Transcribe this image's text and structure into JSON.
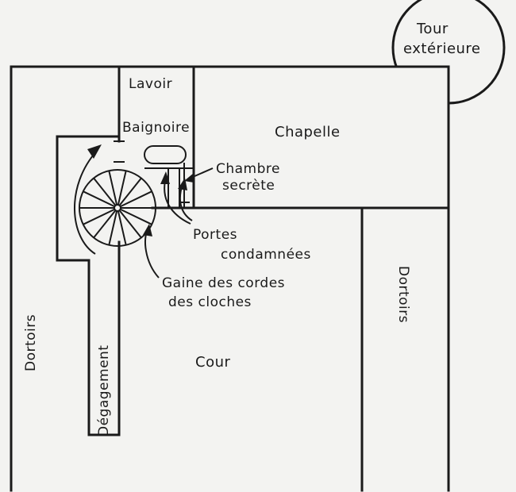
{
  "labels": {
    "tour_line1": "Tour",
    "tour_line2": "extérieure",
    "lavoir": "Lavoir",
    "baignoire": "Baignoire",
    "chapelle": "Chapelle",
    "chambre_line1": "Chambre",
    "chambre_line2": "secrète",
    "portes_line1": "Portes",
    "portes_line2": "condamnées",
    "gaine_line1": "Gaine des cordes",
    "gaine_line2": "des cloches",
    "dortoirs_left": "Dortoirs",
    "degagement": "Dégagement",
    "cour": "Cour",
    "dortoirs_right": "Dortoirs"
  },
  "style": {
    "ink": "#1a1a1a",
    "paper": "#f3f3f1"
  }
}
